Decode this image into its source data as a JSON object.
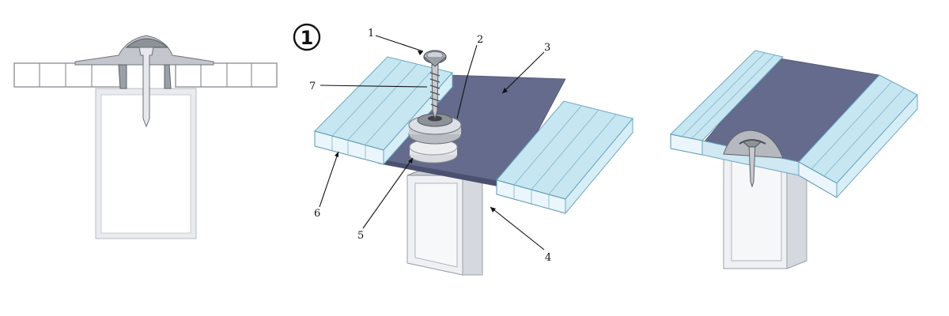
{
  "step_number": "1",
  "callouts": [
    "1",
    "2",
    "3",
    "4",
    "5",
    "6",
    "7"
  ]
}
